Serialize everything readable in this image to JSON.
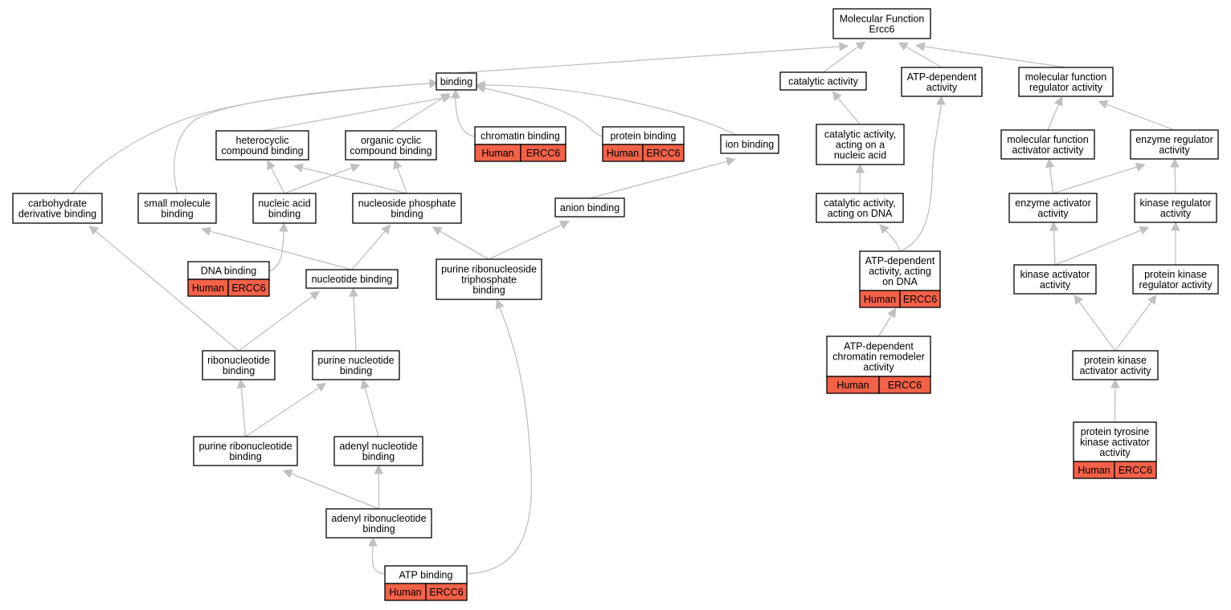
{
  "graph": {
    "nodes": [
      {
        "id": "mf",
        "lines": [
          "Molecular Function",
          "Ercc6"
        ]
      },
      {
        "id": "binding",
        "lines": [
          "binding"
        ]
      },
      {
        "id": "catalytic",
        "lines": [
          "catalytic activity"
        ]
      },
      {
        "id": "atpdep",
        "lines": [
          "ATP-dependent",
          "activity"
        ]
      },
      {
        "id": "mfreg",
        "lines": [
          "molecular function",
          "regulator activity"
        ]
      },
      {
        "id": "hetero",
        "lines": [
          "heterocyclic",
          "compound binding"
        ]
      },
      {
        "id": "orgcyc",
        "lines": [
          "organic cyclic",
          "compound binding"
        ]
      },
      {
        "id": "chromatin",
        "lines": [
          "chromatin binding"
        ],
        "annotation": [
          "Human",
          "ERCC6"
        ]
      },
      {
        "id": "protein",
        "lines": [
          "protein binding"
        ],
        "annotation": [
          "Human",
          "ERCC6"
        ]
      },
      {
        "id": "ion",
        "lines": [
          "ion binding"
        ]
      },
      {
        "id": "catna",
        "lines": [
          "catalytic activity,",
          "acting on a",
          "nucleic acid"
        ]
      },
      {
        "id": "mfact",
        "lines": [
          "molecular function",
          "activator activity"
        ]
      },
      {
        "id": "enzreg",
        "lines": [
          "enzyme regulator",
          "activity"
        ]
      },
      {
        "id": "carb",
        "lines": [
          "carbohydrate",
          "derivative binding"
        ]
      },
      {
        "id": "smallmol",
        "lines": [
          "small molecule",
          "binding"
        ]
      },
      {
        "id": "nucacid",
        "lines": [
          "nucleic acid",
          "binding"
        ]
      },
      {
        "id": "nucphos",
        "lines": [
          "nucleoside phosphate",
          "binding"
        ]
      },
      {
        "id": "anion",
        "lines": [
          "anion binding"
        ]
      },
      {
        "id": "catdna",
        "lines": [
          "catalytic activity,",
          "acting on DNA"
        ]
      },
      {
        "id": "enzact",
        "lines": [
          "enzyme activator",
          "activity"
        ]
      },
      {
        "id": "kinreg",
        "lines": [
          "kinase regulator",
          "activity"
        ]
      },
      {
        "id": "dna",
        "lines": [
          "DNA binding"
        ],
        "annotation": [
          "Human",
          "ERCC6"
        ]
      },
      {
        "id": "nucleotide",
        "lines": [
          "nucleotide binding"
        ]
      },
      {
        "id": "purribtri",
        "lines": [
          "purine ribonucleoside",
          "triphosphate",
          "binding"
        ]
      },
      {
        "id": "atpdna",
        "lines": [
          "ATP-dependent",
          "activity, acting",
          "on DNA"
        ],
        "annotation": [
          "Human",
          "ERCC6"
        ]
      },
      {
        "id": "kinact",
        "lines": [
          "kinase activator",
          "activity"
        ]
      },
      {
        "id": "protkinreg",
        "lines": [
          "protein kinase",
          "regulator activity"
        ]
      },
      {
        "id": "ribonuc",
        "lines": [
          "ribonucleotide",
          "binding"
        ]
      },
      {
        "id": "purnuc",
        "lines": [
          "purine nucleotide",
          "binding"
        ]
      },
      {
        "id": "atpchrom",
        "lines": [
          "ATP-dependent",
          "chromatin remodeler",
          "activity"
        ],
        "annotation": [
          "Human",
          "ERCC6"
        ]
      },
      {
        "id": "protkinact",
        "lines": [
          "protein kinase",
          "activator activity"
        ]
      },
      {
        "id": "purribnuc",
        "lines": [
          "purine ribonucleotide",
          "binding"
        ]
      },
      {
        "id": "adenyl",
        "lines": [
          "adenyl nucleotide",
          "binding"
        ]
      },
      {
        "id": "ptk",
        "lines": [
          "protein tyrosine",
          "kinase activator",
          "activity"
        ],
        "annotation": [
          "Human",
          "ERCC6"
        ]
      },
      {
        "id": "adenylrib",
        "lines": [
          "adenyl ribonucleotide",
          "binding"
        ]
      },
      {
        "id": "atp",
        "lines": [
          "ATP binding"
        ],
        "annotation": [
          "Human",
          "ERCC6"
        ]
      }
    ],
    "edges": [
      [
        "binding",
        "mf"
      ],
      [
        "catalytic",
        "mf"
      ],
      [
        "atpdep",
        "mf"
      ],
      [
        "mfreg",
        "mf"
      ],
      [
        "hetero",
        "binding"
      ],
      [
        "orgcyc",
        "binding"
      ],
      [
        "chromatin",
        "binding"
      ],
      [
        "protein",
        "binding"
      ],
      [
        "ion",
        "binding"
      ],
      [
        "carb",
        "binding"
      ],
      [
        "smallmol",
        "binding"
      ],
      [
        "catna",
        "catalytic"
      ],
      [
        "catdna",
        "catna"
      ],
      [
        "atpdna",
        "catdna"
      ],
      [
        "atpdna",
        "atpdep"
      ],
      [
        "atpchrom",
        "atpdna"
      ],
      [
        "mfact",
        "mfreg"
      ],
      [
        "enzreg",
        "mfreg"
      ],
      [
        "enzact",
        "mfact"
      ],
      [
        "enzact",
        "enzreg"
      ],
      [
        "kinreg",
        "enzreg"
      ],
      [
        "kinact",
        "enzact"
      ],
      [
        "kinact",
        "kinreg"
      ],
      [
        "protkinreg",
        "kinreg"
      ],
      [
        "protkinact",
        "kinact"
      ],
      [
        "protkinact",
        "protkinreg"
      ],
      [
        "ptk",
        "protkinact"
      ],
      [
        "nucacid",
        "hetero"
      ],
      [
        "nucacid",
        "orgcyc"
      ],
      [
        "nucphos",
        "hetero"
      ],
      [
        "nucphos",
        "orgcyc"
      ],
      [
        "dna",
        "nucacid"
      ],
      [
        "anion",
        "ion"
      ],
      [
        "nucleotide",
        "smallmol"
      ],
      [
        "nucleotide",
        "nucphos"
      ],
      [
        "purribtri",
        "nucphos"
      ],
      [
        "purribtri",
        "anion"
      ],
      [
        "ribonuc",
        "carb"
      ],
      [
        "ribonuc",
        "nucleotide"
      ],
      [
        "purnuc",
        "nucleotide"
      ],
      [
        "purribnuc",
        "ribonuc"
      ],
      [
        "purribnuc",
        "purnuc"
      ],
      [
        "adenyl",
        "purnuc"
      ],
      [
        "adenylrib",
        "purribnuc"
      ],
      [
        "adenylrib",
        "adenyl"
      ],
      [
        "atp",
        "adenylrib"
      ],
      [
        "atp",
        "purribtri"
      ]
    ]
  },
  "colors": {
    "annotation_fill": "#f26148",
    "edge": "#c0c0c0",
    "node_border": "#000000",
    "background": "#ffffff"
  }
}
